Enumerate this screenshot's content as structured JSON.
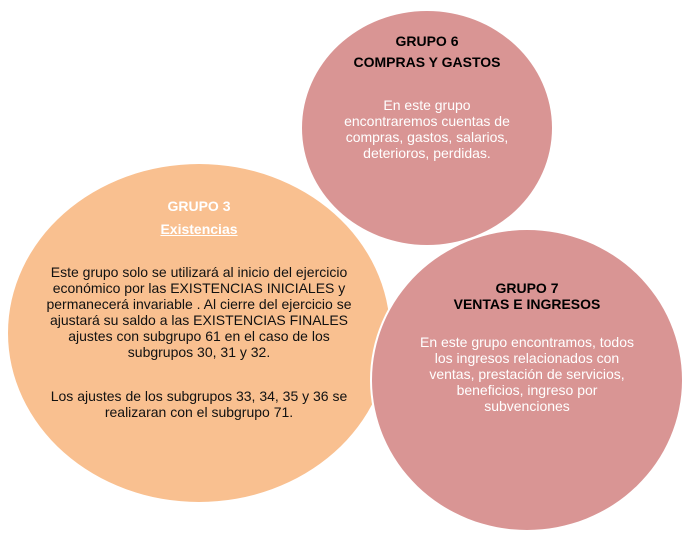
{
  "colors": {
    "orange": "#F9C090",
    "pink": "#D99594",
    "white": "#FFFFFF"
  },
  "groups": [
    {
      "id": "grupo-3",
      "title": "GRUPO  3",
      "subtitle": "Existencias",
      "body": [
        "Este grupo solo se  utilizará al inicio  del ejercicio económico por las EXISTENCIAS INICIALES  y permanecerá invariable . Al cierre del ejercicio se ajustará su saldo a las EXISTENCIAS FINALES ajustes con subgrupo 61 en el  caso de los subgrupos 30, 31 y 32.",
        "Los ajustes de los subgrupos 33, 34, 35 y 36 se realizaran con el subgrupo 71."
      ]
    },
    {
      "id": "grupo-6",
      "title": "GRUPO 6",
      "subtitle": "COMPRAS Y GASTOS",
      "body": [
        "En este grupo encontraremos cuentas de compras, gastos, salarios, deterioros, perdidas."
      ]
    },
    {
      "id": "grupo-7",
      "title": "GRUPO 7",
      "subtitle": "VENTAS E INGRESOS",
      "body": [
        "En este grupo encontramos, todos los ingresos relacionados con ventas, prestación de servicios, beneficios, ingreso por subvenciones"
      ]
    }
  ]
}
